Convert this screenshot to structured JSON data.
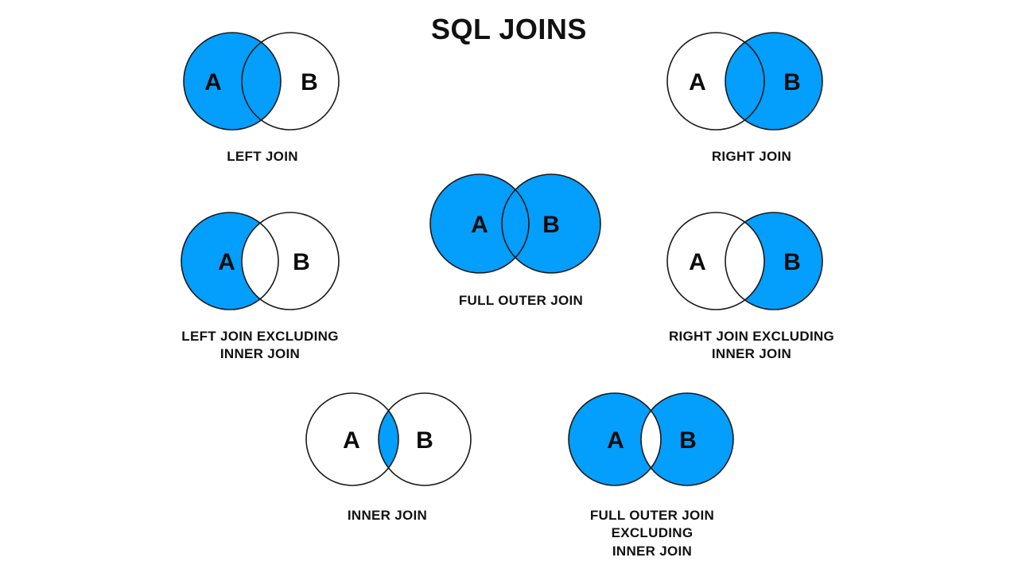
{
  "page": {
    "title": "SQL JOINS",
    "background_color": "#ffffff",
    "text_color": "#111111"
  },
  "style": {
    "fill_color": "#049EFC",
    "empty_color": "#ffffff",
    "outline_color": "#1a1a1a"
  },
  "labels": {
    "set_a": "A",
    "set_b": "B"
  },
  "diagrams": [
    {
      "id": "left-join",
      "caption": "LEFT JOIN",
      "set_a": "A",
      "set_b": "B",
      "regions": {
        "a_only": "filled",
        "intersection": "filled",
        "b_only": "empty"
      }
    },
    {
      "id": "right-join",
      "caption": "RIGHT JOIN",
      "set_a": "A",
      "set_b": "B",
      "regions": {
        "a_only": "empty",
        "intersection": "filled",
        "b_only": "filled"
      }
    },
    {
      "id": "left-join-excluding-inner-join",
      "caption": "LEFT JOIN EXCLUDING\nINNER JOIN",
      "set_a": "A",
      "set_b": "B",
      "regions": {
        "a_only": "filled",
        "intersection": "empty",
        "b_only": "empty"
      }
    },
    {
      "id": "full-outer-join",
      "caption": "FULL OUTER JOIN",
      "set_a": "A",
      "set_b": "B",
      "regions": {
        "a_only": "filled",
        "intersection": "filled",
        "b_only": "filled"
      }
    },
    {
      "id": "right-join-excluding-inner-join",
      "caption": "RIGHT JOIN EXCLUDING\nINNER JOIN",
      "set_a": "A",
      "set_b": "B",
      "regions": {
        "a_only": "empty",
        "intersection": "empty",
        "b_only": "filled"
      }
    },
    {
      "id": "inner-join",
      "caption": "INNER JOIN",
      "set_a": "A",
      "set_b": "B",
      "regions": {
        "a_only": "empty",
        "intersection": "filled",
        "b_only": "empty"
      }
    },
    {
      "id": "full-outer-join-excluding-inner-join",
      "caption": "FULL OUTER JOIN EXCLUDING\nINNER JOIN",
      "set_a": "A",
      "set_b": "B",
      "regions": {
        "a_only": "filled",
        "intersection": "empty",
        "b_only": "filled"
      }
    }
  ]
}
